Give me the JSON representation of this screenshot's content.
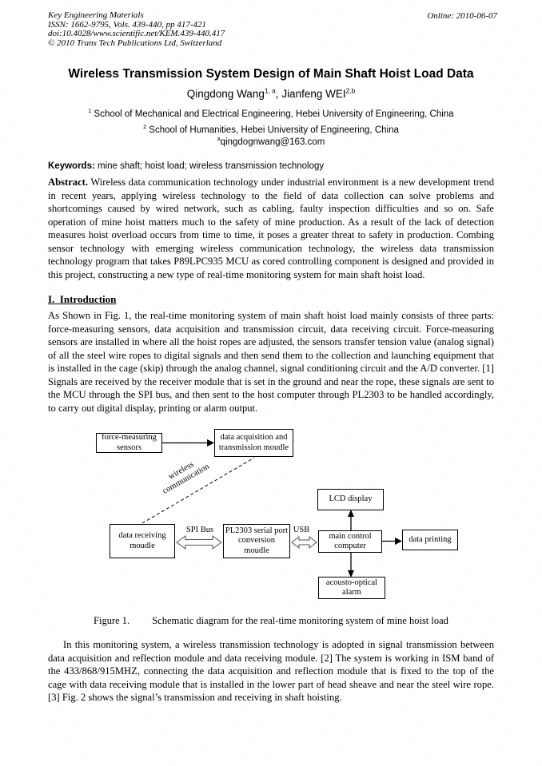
{
  "colors": {
    "page_bg": "#ffffff",
    "text": "#000000",
    "box_border": "#000000"
  },
  "header": {
    "journal": "Key Engineering Materials",
    "issn_line": "ISSN: 1662-9795, Vols. 439-440, pp 417-421",
    "doi_line": "doi:10.4028/www.scientific.net/KEM.439-440.417",
    "copyright_line": "© 2010 Trans Tech Publications Ltd, Switzerland",
    "online_date": "Online: 2010-06-07"
  },
  "title": "Wireless Transmission System Design of Main Shaft Hoist Load Data",
  "authors": {
    "author1_name": "Qingdong Wang",
    "author1_sup": "1, a",
    "separator": ", ",
    "author2_name": "Jianfeng WEI",
    "author2_sup": "2,b"
  },
  "affiliations": [
    {
      "sup": "1",
      "text": " School of Mechanical and Electrical Engineering, Hebei University of Engineering, China"
    },
    {
      "sup": "2",
      "text": " School of Humanities, Hebei University of Engineering, China"
    }
  ],
  "email": {
    "sup": "a",
    "text": "qingdognwang@163.com"
  },
  "keywords": {
    "label": "Keywords:",
    "text": " mine shaft; hoist load; wireless transmission technology"
  },
  "abstract": {
    "label": "Abstract.",
    "text": " Wireless data communication technology under industrial environment is a new development trend in recent years, applying wireless technology to the field of data collection can solve problems and shortcomings caused by wired network, such as cabling, faulty inspection difficulties and so on. Safe operation of mine hoist matters much to the safety of mine production. As a result of the lack of detection measures hoist overload occurs from time to time, it poses a greater threat to safety in production. Combing sensor technology with emerging wireless communication technology, the wireless data transmission technology program that takes P89LPC935 MCU as cored controlling component is designed and provided in this project, constructing a new type of real-time monitoring system for main shaft hoist load."
  },
  "introduction": {
    "heading": "I.  Introduction",
    "paragraph": "As Shown in Fig. 1, the real-time monitoring system of main shaft hoist load mainly consists of three parts: force-measuring sensors, data acquisition and transmission circuit, data receiving circuit. Force-measuring sensors are installed in where all the hoist ropes are adjusted, the sensors transfer tension value (analog signal) of all the steel wire ropes to digital signals and then send them to the collection and launching equipment that is installed in the cage (skip) through the analog channel, signal conditioning circuit and the A/D converter. [1] Signals are received by the receiver module that is set in the ground and near the rope, these signals are sent to the MCU through the SPI bus, and then sent to the host computer through PL2303 to be handled accordingly, to carry out digital display, printing or alarm output."
  },
  "figure": {
    "boxes": {
      "force": "force-measuring sensors",
      "acquisition": "data acquisition and transmission moudle",
      "receiving": "data receiving moudle",
      "pl2303": "PL2303 serial port conversion moudle",
      "main_computer": "main control computer",
      "lcd": "LCD display",
      "printing": "data printing",
      "alarm": "acousto-optical alarm"
    },
    "labels": {
      "wireless": "wireless\ncommunication",
      "spi_bus": "SPI Bus",
      "usb": "USB"
    },
    "caption_label": "Figure 1.",
    "caption_text": "Schematic diagram for the real-time monitoring system of mine hoist load"
  },
  "closing_paragraph": "In this monitoring system, a wireless transmission technology is adopted in signal transmission between data acquisition and reflection module and data receiving module. [2] The system is working in ISM band of the 433/868/915MHZ, connecting the data acquisition and reflection module that is fixed to the top of the cage with data receiving module that is installed in the lower part of head sheave and near the steel wire rope. [3] Fig. 2 shows the signal’s transmission and receiving in shaft hoisting."
}
